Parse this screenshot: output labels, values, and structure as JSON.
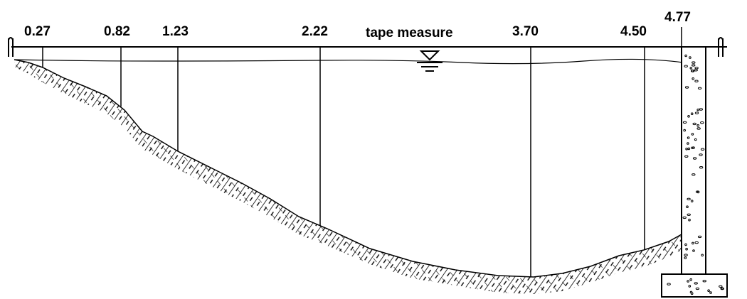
{
  "diagram": {
    "tape_label": "tape measure",
    "stations": [
      {
        "id": "s1",
        "label": "0.27"
      },
      {
        "id": "s2",
        "label": "0.82"
      },
      {
        "id": "s3",
        "label": "1.23"
      },
      {
        "id": "s4",
        "label": "2.22"
      },
      {
        "id": "s5",
        "label": "3.70"
      },
      {
        "id": "s6",
        "label": "4.50"
      },
      {
        "id": "s7",
        "label": "4.77"
      }
    ],
    "colors": {
      "line": "#000000",
      "background": "#ffffff"
    },
    "icons": [
      "water-surface-symbol-icon",
      "post-icon",
      "concrete-pier-icon",
      "bank-hatching"
    ]
  }
}
